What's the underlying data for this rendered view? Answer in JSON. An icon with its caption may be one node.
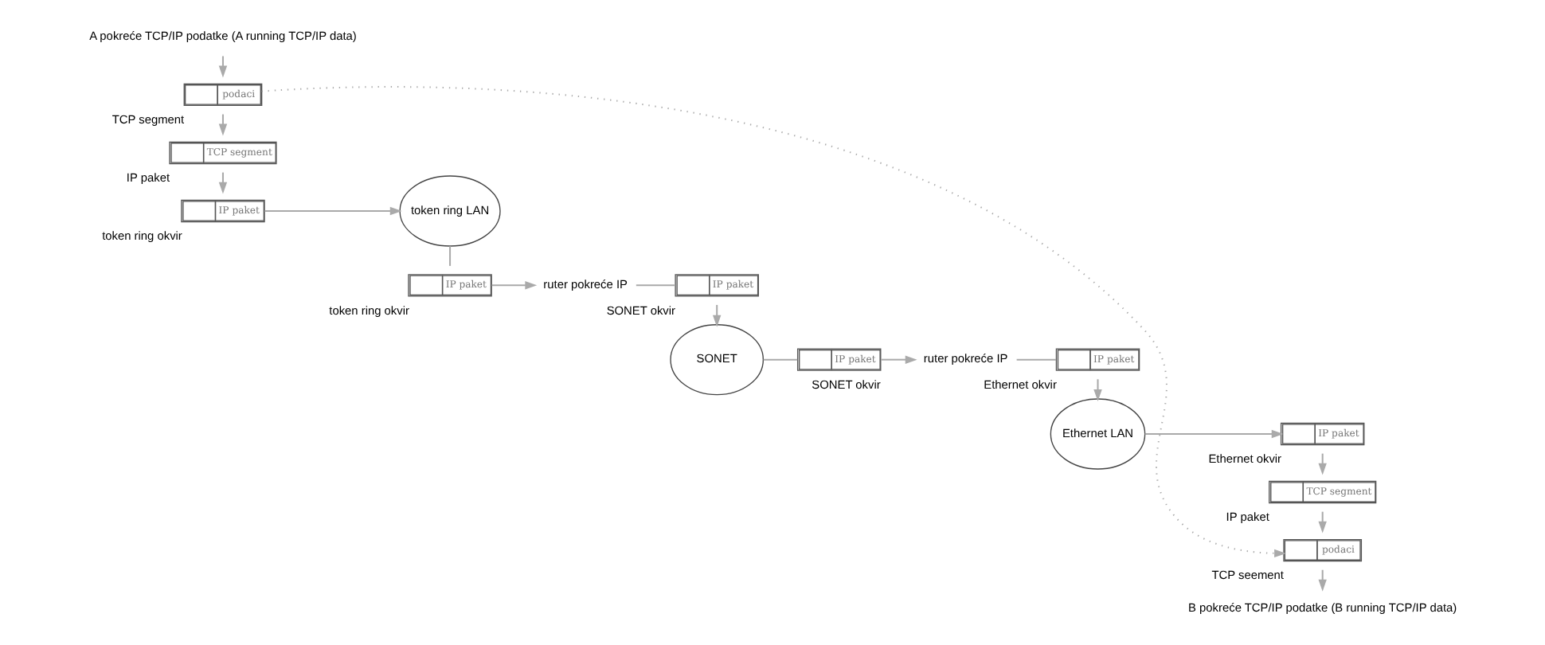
{
  "diagram": {
    "nodes": [
      {
        "text": [
          "A pokreće TCP/IP podatke (A running TCP/IP data)"
        ]
      },
      {
        "text": [
          "podaci"
        ],
        "beside": [
          "TCP segment"
        ]
      },
      {
        "text": [
          "TCP segment"
        ],
        "beside": [
          "IP paket"
        ]
      },
      {
        "text": [
          "IP paket"
        ],
        "beside": [
          "token ring okvir"
        ]
      },
      {
        "text": [
          "token ring LAN"
        ]
      },
      {
        "text": [
          "IP paket"
        ],
        "beside": [
          "token ring okvir"
        ]
      },
      {
        "text": [
          "ruter pokreće IP"
        ]
      },
      {
        "text": [
          "IP paket"
        ],
        "beside": [
          "SONET okvir"
        ]
      },
      {
        "text": [
          "SONET"
        ]
      },
      {
        "text": [
          "IP paket"
        ],
        "beside": [
          "SONET okvir"
        ]
      },
      {
        "text": [
          "ruter pokreće IP"
        ]
      },
      {
        "text": [
          "IP paket"
        ],
        "beside": [
          "Ethernet okvir"
        ]
      },
      {
        "text": [
          "Ethernet LAN"
        ]
      },
      {
        "text": [
          "IP paket"
        ],
        "beside": [
          "Ethernet okvir"
        ]
      },
      {
        "text": [
          "TCP segment"
        ],
        "beside": [
          "IP paket"
        ]
      },
      {
        "text": [
          "podaci"
        ],
        "beside": [
          "TCP seement"
        ]
      },
      {
        "text": [
          "B pokreće TCP/IP podatke (B running TCP/IP data)"
        ]
      }
    ],
    "edges": [
      {
        "from": 0,
        "to": 1,
        "arrow": "to"
      },
      {
        "from": 1,
        "to": 2,
        "arrow": "to"
      },
      {
        "from": 2,
        "to": 3,
        "arrow": "to"
      },
      {
        "from": 3,
        "to": 4,
        "arrow": "to"
      },
      {
        "from": 4,
        "to": 5,
        "arrow": "none"
      },
      {
        "from": 5,
        "to": 6,
        "arrow": "to"
      },
      {
        "from": 6,
        "to": 7,
        "arrow": "none"
      },
      {
        "from": 7,
        "to": 8,
        "arrow": "to"
      },
      {
        "from": 8,
        "to": 9,
        "arrow": "none"
      },
      {
        "from": 9,
        "to": 10,
        "arrow": "to"
      },
      {
        "from": 10,
        "to": 11,
        "arrow": "none"
      },
      {
        "from": 11,
        "to": 12,
        "arrow": "to"
      },
      {
        "from": 12,
        "to": 13,
        "arrow": "to"
      },
      {
        "from": 13,
        "to": 14,
        "arrow": "to"
      },
      {
        "from": 14,
        "to": 15,
        "arrow": "to"
      },
      {
        "from": 15,
        "to": 16,
        "arrow": "to"
      },
      {
        "from": 1,
        "to": 15,
        "arrow": "to",
        "style": "dashed"
      }
    ]
  }
}
